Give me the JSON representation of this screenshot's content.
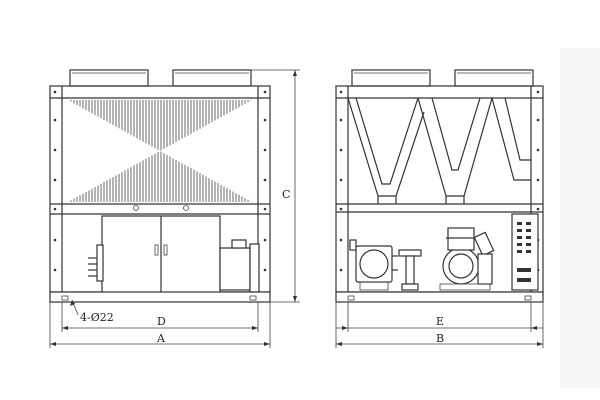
{
  "dimension_labels": {
    "overall_width_front": "A",
    "overall_width_side": "B",
    "overall_height": "C",
    "anchor_spacing_front": "D",
    "anchor_spacing_side": "E",
    "anchor_holes": "4-Ø22"
  },
  "colors": {
    "line": "#333333",
    "background": "#ffffff",
    "panel_bg": "#f6f6f6"
  }
}
